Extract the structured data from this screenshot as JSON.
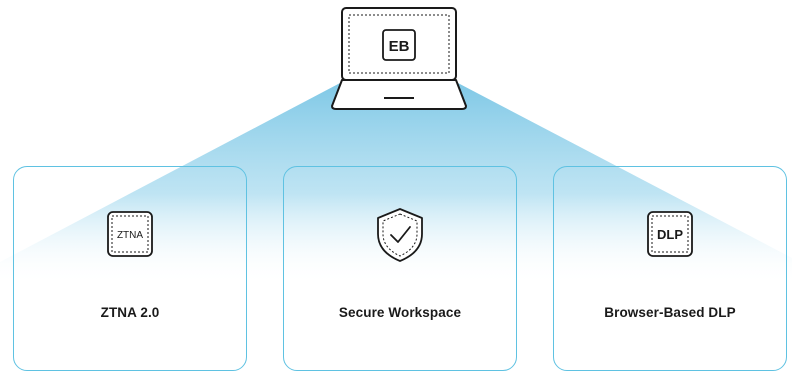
{
  "device": {
    "badge": "EB"
  },
  "cards": [
    {
      "label": "ZTNA 2.0",
      "icon_text": "ZTNA",
      "icon": "ztna-chip-icon"
    },
    {
      "label": "Secure Workspace",
      "icon": "shield-check-icon"
    },
    {
      "label": "Browser-Based DLP",
      "icon_text": "DLP",
      "icon": "dlp-chip-icon"
    }
  ],
  "colors": {
    "beam": "#8ccfe8",
    "card_border": "#5fc2e2",
    "icon_stroke": "#1a1a1a"
  }
}
